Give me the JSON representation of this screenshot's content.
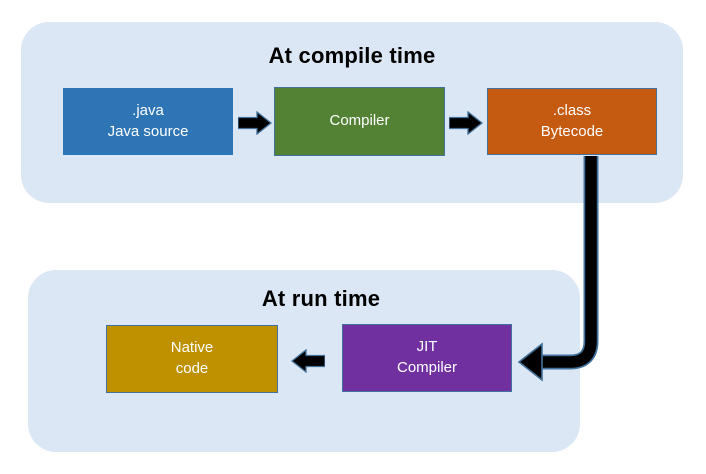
{
  "colors": {
    "container_fill": "#dbe7f4",
    "blue_box": "#2e75b6",
    "green_box": "#548235",
    "orange_box": "#c55a11",
    "gold_box": "#bf9000",
    "purple_box": "#7030a0",
    "box_border": "#41719c",
    "arrow_fill": "#000000",
    "arrow_outline": "#41719c",
    "heading_color": "#000000",
    "box_text": "#ffffff",
    "canvas_bg": "#ffffff"
  },
  "sections": {
    "compile": {
      "title": "At compile time",
      "boxes": {
        "java": {
          "line1": ".java",
          "line2": "Java source"
        },
        "compiler": {
          "line1": "Compiler"
        },
        "class": {
          "line1": ".class",
          "line2": "Bytecode"
        }
      }
    },
    "runtime": {
      "title": "At run time",
      "boxes": {
        "native": {
          "line1": "Native",
          "line2": "code"
        },
        "jit": {
          "line1": "JIT",
          "line2": "Compiler"
        }
      }
    }
  }
}
